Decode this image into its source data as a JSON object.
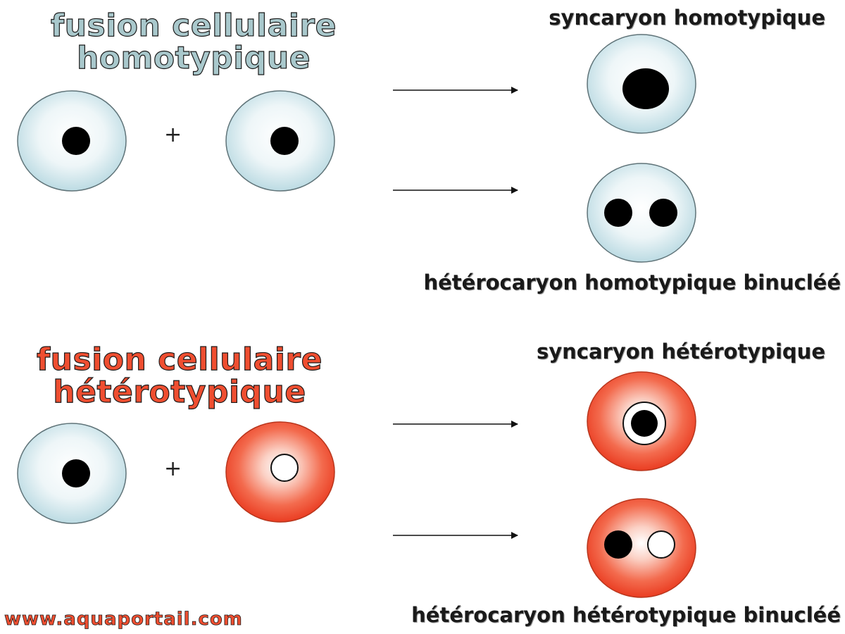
{
  "title_homotypic": [
    "fusion cellulaire",
    "homotypique"
  ],
  "title_heterotypic": [
    "fusion cellulaire",
    "hétérotypique"
  ],
  "labels": {
    "syncaryon_homotypique": "syncaryon homotypique",
    "heterocaryon_homotypique": "hétérocaryon homotypique binucléé",
    "syncaryon_heterotypique": "syncaryon hétérotypique",
    "heterocaryon_heterotypique": "hétérocaryon hétérotypique binucléé"
  },
  "plus_sign": "+",
  "website": "www.aquaportail.com",
  "colors": {
    "blue_cell_edge": "#c6e1e8",
    "red_cell_edge": "#ef4e30",
    "nucleus": "#000000",
    "title_homo": "#a9c8cc",
    "title_hetero": "#ef4e30"
  },
  "icons": [
    "arrow-right-icon"
  ]
}
